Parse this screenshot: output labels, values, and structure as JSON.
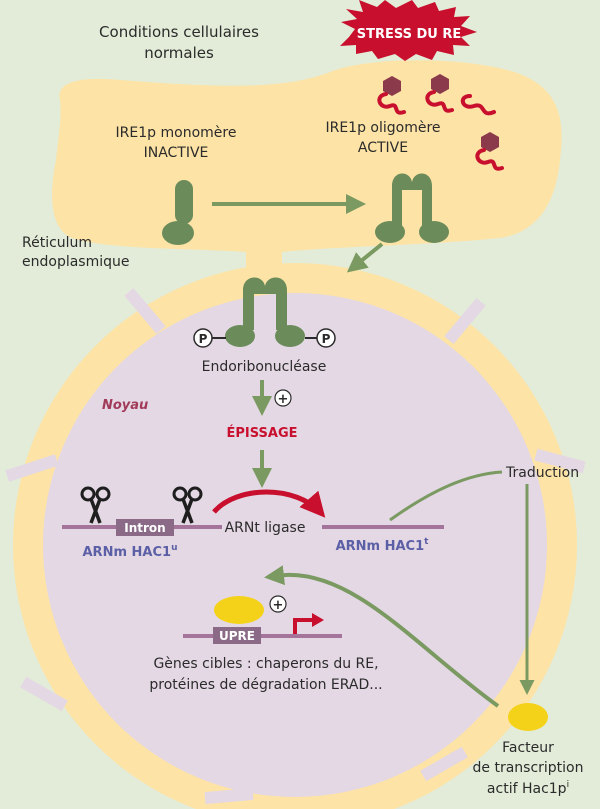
{
  "labels": {
    "conditions_l1": "Conditions cellulaires",
    "conditions_l2": "normales",
    "stress": "STRESS DU RE",
    "monomer_l1": "IRE1p monomère",
    "monomer_l2": "INACTIVE",
    "oligomer_l1": "IRE1p oligomère",
    "oligomer_l2": "ACTIVE",
    "reticulum_l1": "Réticulum",
    "reticulum_l2": "endoplasmique",
    "phosphate": "P",
    "endoribonuclease": "Endoribonucléase",
    "nucleus": "Noyau",
    "plus": "+",
    "splicing": "ÉPISSAGE",
    "intron": "Intron",
    "hac1u_base": "ARNm HAC1",
    "hac1u_sup": "u",
    "trna_ligase": "ARNt ligase",
    "hac1t_base": "ARNm HAC1",
    "hac1t_sup": "t",
    "translation": "Traduction",
    "upre": "UPRE",
    "target_l1": "Gènes cibles : chaperons du RE,",
    "target_l2": "protéines de dégradation ERAD...",
    "factor_l1": "Facteur",
    "factor_l2": "de transcription",
    "factor_l3_base": "actif Hac1p",
    "factor_l3_sup": "i"
  },
  "colors": {
    "background": "#e3ecd8",
    "er_lumen": "#fde3a6",
    "nucleus": "#e4d8e4",
    "protein_green": "#6b8c5a",
    "stress_red": "#c8102e",
    "mrna_strand": "#a4749a",
    "factor_yellow": "#f4d219"
  }
}
